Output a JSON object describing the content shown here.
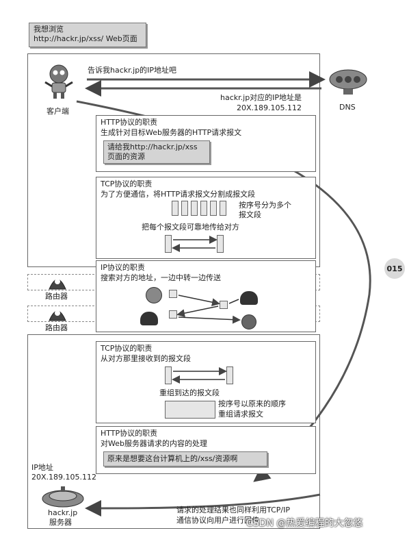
{
  "header": {
    "line1": "我想浏览",
    "line2": "http://hackr.jp/xss/ Web页面"
  },
  "client": {
    "label": "客户端"
  },
  "dns": {
    "label": "DNS",
    "request": "告诉我hackr.jp的IP地址吧",
    "reply_line1": "hackr.jp对应的IP地址是",
    "reply_line2": "20X.189.105.112"
  },
  "http_client": {
    "title": "HTTP协议的职责",
    "desc": "生成针对目标Web服务器的HTTP请求报文",
    "request_line1": "请给我http://hackr.jp/xss",
    "request_line2": "页面的资源"
  },
  "tcp_client": {
    "title": "TCP协议的职责",
    "desc": "为了方便通信，将HTTP请求报文分割成报文段",
    "note_line1": "按序号分为多个",
    "note_line2": "报文段",
    "note2": "把每个报文段可靠地传给对方"
  },
  "ip": {
    "title": "IP协议的职责",
    "desc": "搜索对方的地址，一边中转一边传送"
  },
  "routers": {
    "label1": "路由器",
    "label2": "路由器"
  },
  "page_badge": "015",
  "tcp_server": {
    "title": "TCP协议的职责",
    "desc": "从对方那里接收到的报文段",
    "note": "重组到达的报文段",
    "note2_line1": "按序号以原来的顺序",
    "note2_line2": "重组请求报文"
  },
  "http_server": {
    "title": "HTTP协议的职责",
    "desc": "对Web服务器请求的内容的处理",
    "highlight": "原来是想要这台计算机上的/xss/资源啊"
  },
  "server": {
    "ip_label": "IP地址",
    "ip_value": "20X.189.105.112",
    "name": "hackr.jp",
    "label": "服务器",
    "result_line1": "请求的处理结果也同样利用TCP/IP",
    "result_line2": "通信协议向用户进行回传"
  },
  "watermark": "CSDN @热爱编程的大忽悠"
}
